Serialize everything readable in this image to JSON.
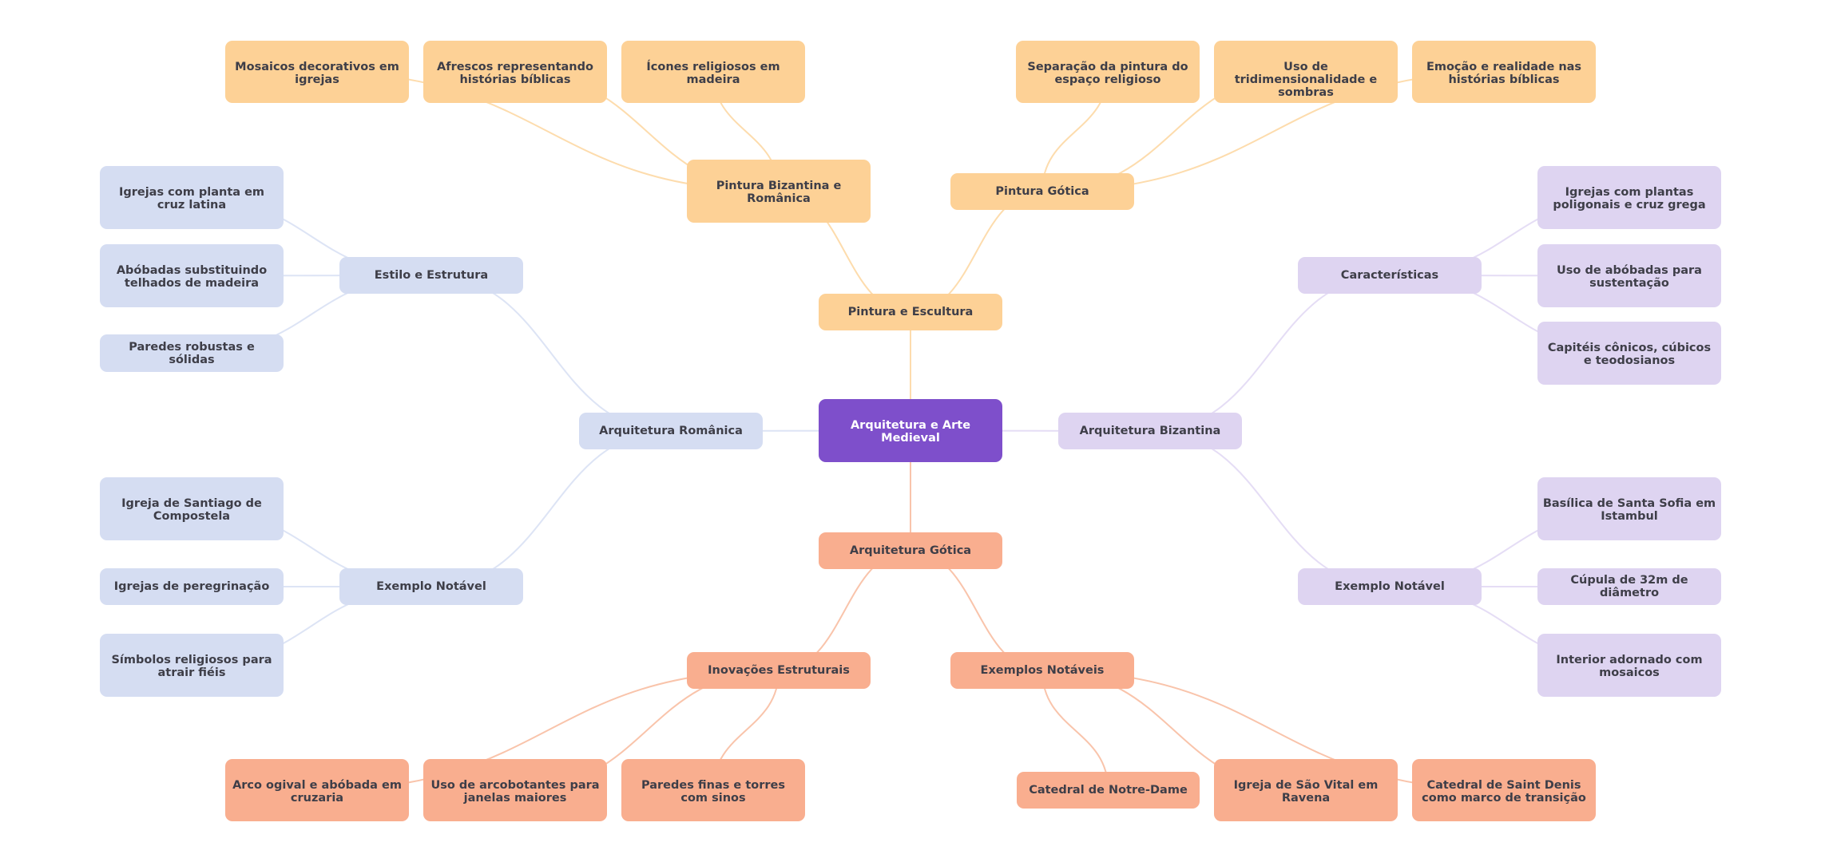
{
  "mindmap": {
    "root": "Arquitetura e Arte Medieval",
    "colors": {
      "root": "#7e4fcb",
      "pintura": "#fdd196",
      "pintura_edge": "#fddcad",
      "gotica": "#f9ae8f",
      "gotica_edge": "#f9c4ab",
      "romanica": "#d5ddf2",
      "romanica_edge": "#dde4f5",
      "bizantina": "#ded4f1",
      "bizantina_edge": "#e5ddf5",
      "text": "#3e3e48"
    },
    "branches": {
      "pintura": {
        "label": "Pintura e Escultura",
        "children": [
          {
            "label": "Pintura Bizantina e Românica",
            "children": [
              "Mosaicos decorativos em igrejas",
              "Afrescos representando histórias bíblicas",
              "Ícones religiosos em madeira"
            ]
          },
          {
            "label": "Pintura Gótica",
            "children": [
              "Separação da pintura do espaço religioso",
              "Uso de tridimensionalidade e sombras",
              "Emoção e realidade nas histórias bíblicas"
            ]
          }
        ]
      },
      "romanica": {
        "label": "Arquitetura Românica",
        "children": [
          {
            "label": "Estilo e Estrutura",
            "children": [
              "Igrejas com planta em cruz latina",
              "Abóbadas substituindo telhados de madeira",
              "Paredes robustas e sólidas"
            ]
          },
          {
            "label": "Exemplo Notável",
            "children": [
              "Igreja de Santiago de Compostela",
              "Igrejas de peregrinação",
              "Símbolos religiosos para atrair fiéis"
            ]
          }
        ]
      },
      "bizantina": {
        "label": "Arquitetura Bizantina",
        "children": [
          {
            "label": "Características",
            "children": [
              "Igrejas com plantas poligonais e cruz grega",
              "Uso de abóbadas para sustentação",
              "Capitéis cônicos, cúbicos e teodosianos"
            ]
          },
          {
            "label": "Exemplo Notável",
            "children": [
              "Basílica de Santa Sofia em Istambul",
              "Cúpula de 32m de diâmetro",
              "Interior adornado com mosaicos"
            ]
          }
        ]
      },
      "gotica": {
        "label": "Arquitetura Gótica",
        "children": [
          {
            "label": "Inovações Estruturais",
            "children": [
              "Arco ogival e abóbada em cruzaria",
              "Uso de arcobotantes para janelas maiores",
              "Paredes finas e torres com sinos"
            ]
          },
          {
            "label": "Exemplos Notáveis",
            "children": [
              "Catedral de Notre-Dame",
              "Igreja de São Vital em Ravena",
              "Catedral de Saint Denis como marco de transição"
            ]
          }
        ]
      }
    }
  }
}
